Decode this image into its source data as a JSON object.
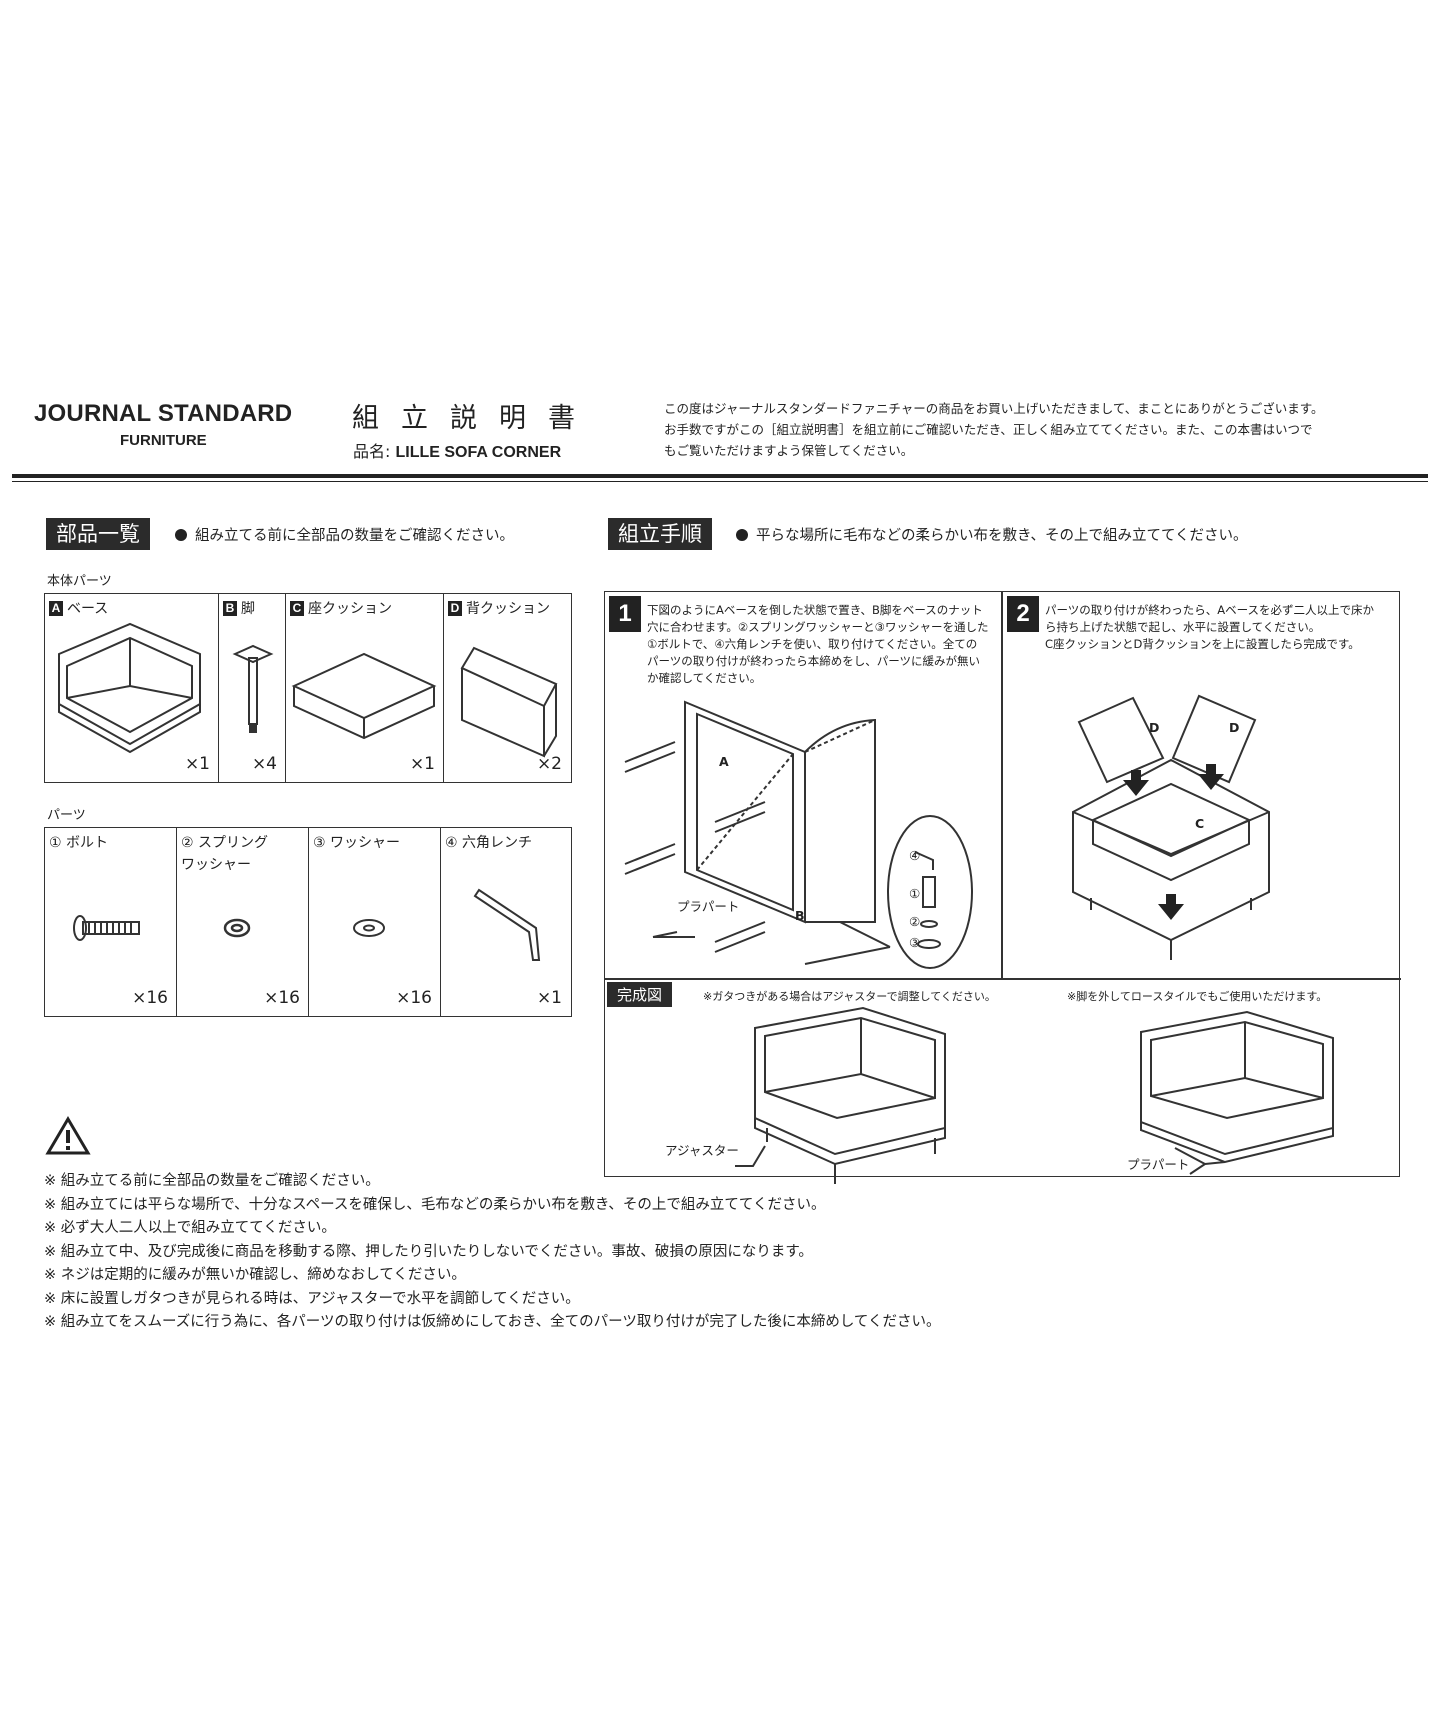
{
  "header": {
    "brand_line1": "JOURNAL STANDARD",
    "brand_line2": "FURNITURE",
    "doc_title": "組立説明書",
    "product_label": "品名:",
    "product_name": "LILLE SOFA CORNER",
    "greeting_lines": [
      "この度はジャーナルスタンダードファニチャーの商品をお買い上げいただきまして、まことにありがとうございます。",
      "お手数ですがこの［組立説明書］を組立前にご確認いただき、正しく組み立ててください。また、この本書はいつで",
      "もご覧いただけますよう保管してください。"
    ]
  },
  "parts_section": {
    "heading": "部品一覧",
    "note": "組み立てる前に全部品の数量をご確認ください。",
    "body_parts_label": "本体パーツ",
    "body_parts": [
      {
        "letter": "A",
        "name": "ベース",
        "qty": "×1"
      },
      {
        "letter": "B",
        "name": "脚",
        "qty": "×4"
      },
      {
        "letter": "C",
        "name": "座クッション",
        "qty": "×1"
      },
      {
        "letter": "D",
        "name": "背クッション",
        "qty": "×2"
      }
    ],
    "parts_label": "パーツ",
    "hardware": [
      {
        "name": "① ボルト",
        "qty": "×16"
      },
      {
        "name": "② スプリング\nワッシャー",
        "qty": "×16"
      },
      {
        "name": "③ ワッシャー",
        "qty": "×16"
      },
      {
        "name": "④ 六角レンチ",
        "qty": "×1"
      }
    ]
  },
  "assembly_section": {
    "heading": "組立手順",
    "note": "平らな場所に毛布などの柔らかい布を敷き、その上で組み立ててください。",
    "steps": [
      {
        "number": "1",
        "text_lines": [
          "下図のようにAベースを倒した状態で置き、B脚をベースのナット",
          "穴に合わせます。②スプリングワッシャーと③ワッシャーを通した",
          "①ボルトで、④六角レンチを使い、取り付けてください。全ての",
          "パーツの取り付けが終わったら本締めをし、パーツに緩みが無い",
          "か確認してください。"
        ],
        "labels": {
          "a": "A",
          "b": "B",
          "plate": "プラパート",
          "n4": "④",
          "n1": "①",
          "n2": "②",
          "n3": "③"
        }
      },
      {
        "number": "2",
        "text_lines": [
          "パーツの取り付けが終わったら、Aベースを必ず二人以上で床か",
          "ら持ち上げた状態で起し、水平に設置してください。",
          "C座クッションとD背クッションを上に設置したら完成です。"
        ],
        "labels": {
          "d1": "D",
          "d2": "D",
          "c": "C"
        }
      }
    ],
    "completed": {
      "heading": "完成図",
      "note_left": "※ガタつきがある場合はアジャスターで調整してください。",
      "note_right": "※脚を外してロースタイルでもご使用いただけます。",
      "callout_left": "アジャスター",
      "callout_right": "プラパート"
    }
  },
  "warnings": [
    "※ 組み立てる前に全部品の数量をご確認ください。",
    "※ 組み立てには平らな場所で、十分なスペースを確保し、毛布などの柔らかい布を敷き、その上で組み立ててください。",
    "※ 必ず大人二人以上で組み立ててください。",
    "※ 組み立て中、及び完成後に商品を移動する際、押したり引いたりしないでください。事故、破損の原因になります。",
    "※ ネジは定期的に緩みが無いか確認し、締めなおしてください。",
    "※ 床に設置しガタつきが見られる時は、アジャスターで水平を調節してください。",
    "※ 組み立てをスムーズに行う為に、各パーツの取り付けは仮締めにしておき、全てのパーツ取り付けが完了した後に本締めしてください。"
  ]
}
